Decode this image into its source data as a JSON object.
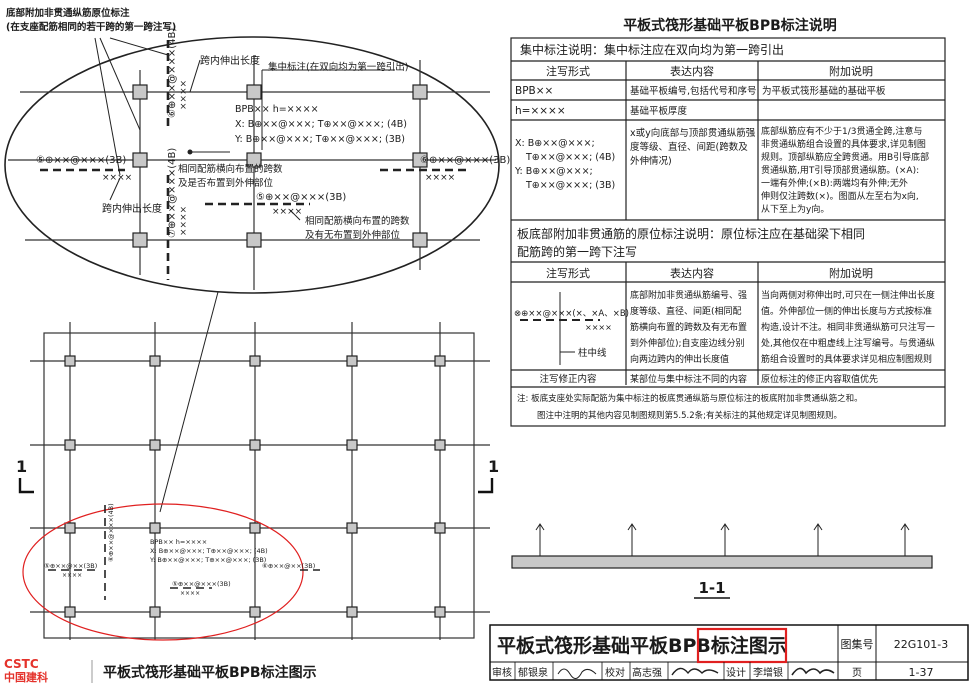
{
  "table": {
    "title": "平板式筏形基础平板BPB标注说明",
    "section1_heading": "集中标注说明：集中标注应在双向均为第一跨引出",
    "col_headers": [
      "注写形式",
      "表达内容",
      "附加说明"
    ],
    "rows1": [
      {
        "form": "BPB××",
        "content": "基础平板编号,包括代号和序号",
        "note": "为平板式筏形基础的基础平板"
      },
      {
        "form": "h=××××",
        "content": "基础平板厚度",
        "note": ""
      }
    ],
    "xy_form": [
      "X: B⊕××@×××;",
      "T⊕××@×××; (4B)",
      "Y: B⊕××@×××;",
      "T⊕××@×××; (3B)"
    ],
    "xy_content": [
      "x或y向底部与顶部贯通纵筋强",
      "度等级、直径、间距(跨数及",
      "外伸情况)"
    ],
    "xy_note": [
      "底部纵筋应有不少于1/3贯通全跨,注意与",
      "非贯通纵筋组合设置的具体要求,详见制图",
      "规则。顶部纵筋应全跨贯通。用B引导底部",
      "贯通纵筋,用T引导顶部贯通纵筋。(×A):",
      "一端有外伸;(×B):两端均有外伸;无外",
      "伸则仅注跨数(×)。图面从左至右为x向,",
      "从下至上为y向。"
    ],
    "section2_heading": [
      "板底部附加非贯通筋的原位标注说明：原位标注应在基础梁下相同",
      "配筋跨的第一跨下注写"
    ],
    "rows2_form_label": "⊗⊕××@×××(×、×A、×B)",
    "rows2_form_sub": "××××",
    "rows2_form_axis": "柱中线",
    "rows2_content": [
      "底部附加非贯通纵筋编号、强",
      "度等级、直径、间距(相同配",
      "筋横向布置的跨数及有无布置",
      "到外伸部位);自支座边线分别",
      "向两边跨内的伸出长度值"
    ],
    "rows2_note": [
      "当向两侧对称伸出时,可只在一侧注伸出长度",
      "值。外伸部位一侧的伸出长度与方式按标准",
      "构造,设计不注。相同非贯通纵筋可只注写一",
      "处,其他仅在中粗虚线上注写编号。与贯通纵",
      "筋组合设置时的具体要求详见相应制图规则"
    ],
    "row3": {
      "form": "注写修正内容",
      "content": "某部位与集中标注不同的内容",
      "note": "原位标注的修正内容取值优先"
    },
    "footnote": [
      "注: 板底支座处实际配筋为集中标注的板底贯通纵筋与原位标注的板底附加非贯通纵筋之和。",
      "图注中注明的其他内容见制图规则第5.5.2条;有关标注的其他规定详见制图规则。"
    ]
  },
  "callout": {
    "top_left_note": [
      "底部附加非贯通纵筋原位标注",
      "(在支座配筋相同的若干跨的第一跨注写)"
    ],
    "kua_nei_1": "跨内伸出长度",
    "jizhong": "集中标注(在双向均为第一跨引出)",
    "bpb_line1": "BPB××  h=××××",
    "bpb_line2": "X: B⊕××@×××; T⊕××@×××; (4B)",
    "bpb_line3": "Y: B⊕××@×××; T⊕××@×××; (3B)",
    "lbl_4b_top": "⑥⊕××@×××(4B)",
    "lbl_3b_left": "⑤⊕××@×××(3B)",
    "lbl_3b_right": "⑥⊕××@×××(3B)",
    "lbl_4b_mid": "⑦⊕××@×××(4B)",
    "lbl_3b_center": "⑤⊕××@×××(3B)",
    "xxxx": "××××",
    "same_note_1": [
      "相同配筋横向布置的跨数",
      "及是否布置到外伸部位"
    ],
    "kua_nei_2": "跨内伸出长度",
    "same_note_2": [
      "相同配筋横向布置的跨数",
      "及有无布置到外伸部位"
    ]
  },
  "plan": {
    "section_mark": "1",
    "mini_lbl_left": "⑤⊕××@××(3B)",
    "mini_bpb": [
      "BPB××  h=××××",
      "X: B⊕××@×××; T⊕××@×××; (4B)",
      "Y: B⊕××@×××; T⊕××@×××; (3B)"
    ],
    "mini_lbl_center": "⑤⊕××@×××(3B)",
    "mini_lbl_right": "⑥⊕××@××(3B)",
    "mini_lbl_top": "⑥⊕××@×××(4B)",
    "mini_xxxx": "××××"
  },
  "section_label": "1-1",
  "title_block": {
    "title_plain": "平板式筏形基础平板",
    "title_highlight": "BPB标注",
    "title_tail": "图示",
    "atlas_label": "图集号",
    "atlas_no": "22G101-3",
    "review_label": "审核",
    "review_name": "郁银泉",
    "check_label": "校对",
    "check_name": "高志强",
    "design_label": "设计",
    "design_name": "李增银",
    "page_label": "页",
    "page_no": "1-37"
  },
  "footer": {
    "logo_text": "中国建科",
    "logo_abbr": "CSTC",
    "caption": "平板式筏形基础平板BPB标注图示"
  },
  "colors": {
    "highlight": "#e02020",
    "logo": "#e4322b",
    "column_fill": "#c8c8c8"
  }
}
